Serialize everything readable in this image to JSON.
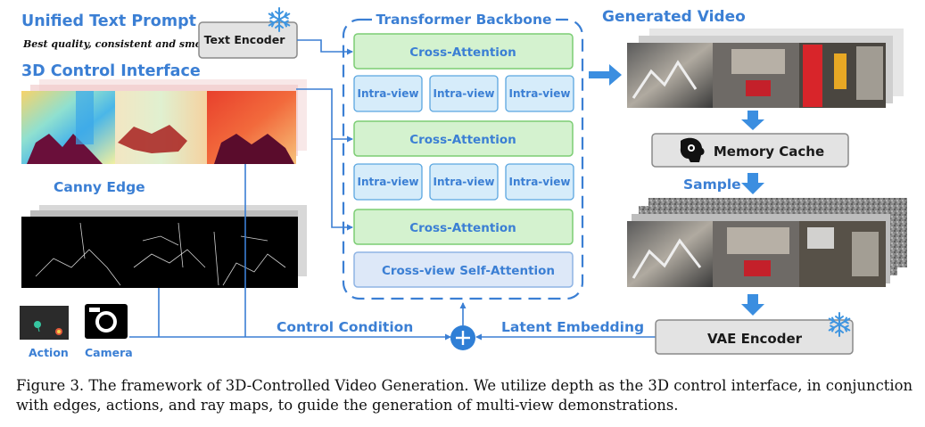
{
  "labels": {
    "unified_prompt": "Unified Text Prompt",
    "prompt_text": "Best quality, consistent and smooth ...",
    "control_interface": "3D Control Interface",
    "canny_edge": "Canny Edge",
    "action": "Action",
    "camera": "Camera",
    "control_condition": "Control Condition",
    "latent_embedding": "Latent Embedding",
    "generated_video": "Generated Video",
    "sample": "Sample"
  },
  "blocks": {
    "text_encoder": "Text Encoder",
    "backbone_title": "Transformer Backbone",
    "cross_attention": "Cross-Attention",
    "intra_view": "Intra-view",
    "cross_view": "Cross-view Self-Attention",
    "memory_cache": "Memory Cache",
    "vae_encoder": "VAE Encoder"
  },
  "caption": "Figure 3. The framework of 3D-Controlled Video Generation. We utilize depth as the 3D control interface, in conjunction with edges, actions, and ray maps, to guide the generation of multi-view demonstrations.",
  "colors": {
    "accent_blue": "#3b7fd4",
    "green_fill": "#d4f2cf",
    "green_stroke": "#7ccd74",
    "lightblue_fill": "#d6ecfa",
    "lightblue_stroke": "#5aa6e0",
    "gray_fill": "#e3e3e3",
    "frozen_icon": "snowflake-icon"
  }
}
